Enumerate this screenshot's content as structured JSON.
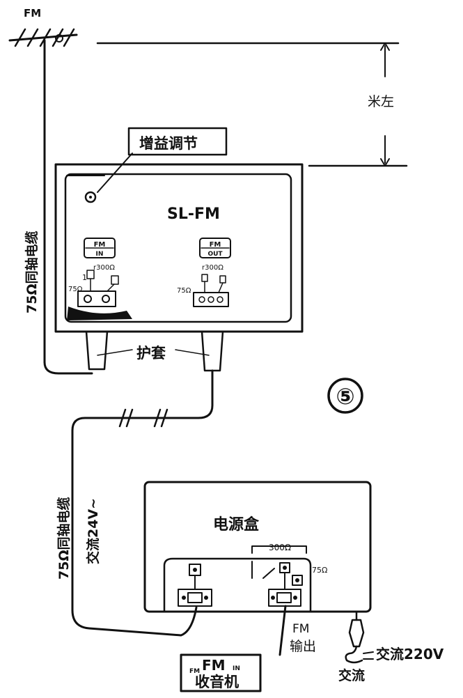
{
  "diagram": {
    "figure_number": "⑤",
    "antenna_label": "FM",
    "height_label": "米左",
    "gain_label": "增益调节",
    "amplifier": {
      "model": "SL-FM",
      "in_top": "FM",
      "in_bottom": "IN",
      "out_top": "FM",
      "out_bottom": "OUT",
      "in_300": "r300Ω",
      "in_75": "75Ω",
      "out_300": "r300Ω",
      "out_75": "75Ω",
      "in_mark": "1"
    },
    "sleeve_label": "护套",
    "cable_top_label": "75Ω同轴电缆",
    "cable_bottom_label": "75Ω同轴电缆",
    "ac24_label": "交流24V~",
    "power_box": {
      "title": "电源盒",
      "label_300": "300Ω",
      "label_75": "75Ω"
    },
    "fm_output_top": "FM",
    "fm_output_bottom": "输出",
    "receiver": {
      "small_left": "FM",
      "fm": "FM",
      "small_right": "IN",
      "name": "收音机"
    },
    "ac220_label": "交流220V",
    "ac_label": "交流",
    "colors": {
      "ink": "#111111",
      "paper": "#ffffff"
    }
  }
}
